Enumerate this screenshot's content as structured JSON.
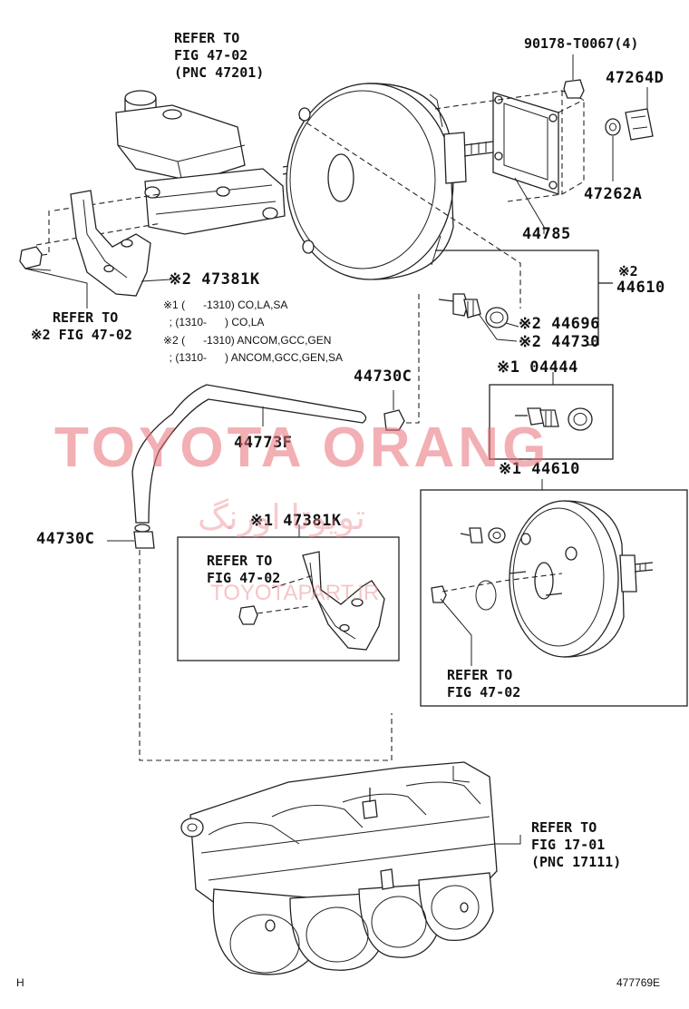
{
  "labels": {
    "refer_mc_1": "REFER TO",
    "refer_mc_2": "FIG 47-02",
    "refer_mc_3": "(PNC 47201)",
    "part_90178": "90178-T0067(4)",
    "part_47264d": "47264D",
    "part_47262a": "47262A",
    "part_44785": "44785",
    "part_47381k_top": "※2 47381K",
    "refer_bracket_1": "REFER TO",
    "refer_bracket_2": "※2 FIG 47-02",
    "part_44610_top_mark": "※2",
    "part_44610_top": "44610",
    "part_44696": "※2 44696",
    "part_44730": "※2 44730",
    "part_44730c_top": "44730C",
    "part_04444": "※1 04444",
    "part_44773f": "44773F",
    "part_44610_bottom": "※1 44610",
    "part_44730c_left": "44730C",
    "part_47381k_bottom": "※1 47381K",
    "refer_inset_1": "REFER TO",
    "refer_inset_2": "FIG 47-02",
    "refer_booster_1": "REFER TO",
    "refer_booster_2": "FIG 47-02",
    "refer_manifold_1": "REFER TO",
    "refer_manifold_2": "FIG 17-01",
    "refer_manifold_3": "(PNC 17111)"
  },
  "notes": {
    "line1": "※1 (      -1310) CO,LA,SA",
    "line2": "  ; (1310-      ) CO,LA",
    "line3": "※2 (      -1310) ANCOM,GCC,GEN",
    "line4": "  ; (1310-      ) ANCOM,GCC,GEN,SA"
  },
  "footer": {
    "left": "H",
    "right": "477769E"
  },
  "watermark": {
    "main": "TOYOTA ORANG",
    "persian": "تویوتا اورنگ",
    "url": "TOYOTAPART.IR"
  }
}
